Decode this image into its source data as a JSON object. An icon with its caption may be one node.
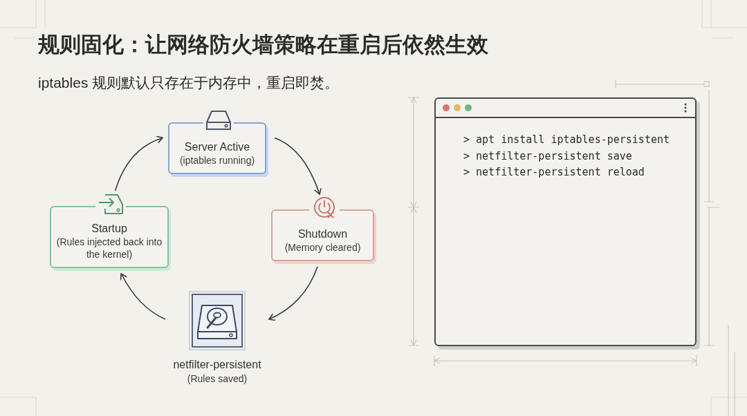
{
  "diagram": {
    "title": "规则固化：让网络防火墙策略在重启后依然生效",
    "nodes": [
      {
        "text": [
          "Server Active",
          "(iptables running)"
        ]
      },
      {
        "text": [
          "Shutdown",
          "(Memory cleared)"
        ]
      },
      {
        "text": [
          "netfilter-persistent",
          "(Rules saved)"
        ]
      },
      {
        "text": [
          "Startup",
          "(Rules injected back into the kernel)"
        ]
      },
      {
        "text": [
          "> apt install iptables-persistent",
          "> netfilter-persistent save",
          "> netfilter-persistent reload"
        ]
      }
    ],
    "edges": [
      {
        "from": 0,
        "to": 1,
        "arrow": "to"
      },
      {
        "from": 1,
        "to": 2,
        "arrow": "to"
      },
      {
        "from": 2,
        "to": 3,
        "arrow": "to"
      },
      {
        "from": 3,
        "to": 0,
        "arrow": "to"
      }
    ],
    "labels": [
      "iptables 规则默认只存在于内存中，重启即焚。"
    ]
  }
}
